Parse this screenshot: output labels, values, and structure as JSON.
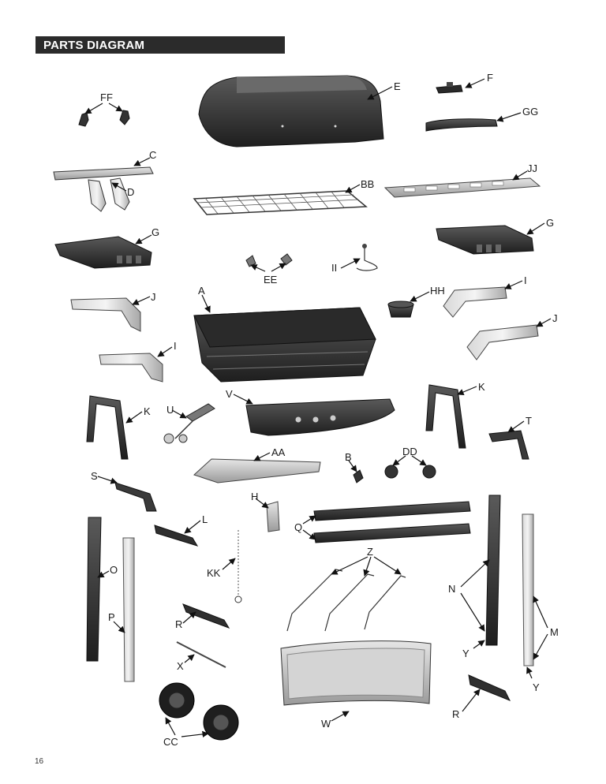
{
  "header": {
    "title": "PARTS DIAGRAM"
  },
  "page_number": "16",
  "labels": {
    "A": "A",
    "AA": "AA",
    "B": "B",
    "BB": "BB",
    "C": "C",
    "CC": "CC",
    "D": "D",
    "DD": "DD",
    "E": "E",
    "EE": "EE",
    "F": "F",
    "FF": "FF",
    "G": "G",
    "GG": "GG",
    "H": "H",
    "HH": "HH",
    "I": "I",
    "II": "II",
    "J": "J",
    "JJ": "JJ",
    "K": "K",
    "KK": "KK",
    "L": "L",
    "M": "M",
    "N": "N",
    "O": "O",
    "P": "P",
    "Q": "Q",
    "R": "R",
    "S": "S",
    "T": "T",
    "U": "U",
    "V": "V",
    "W": "W",
    "X": "X",
    "Y": "Y",
    "Z": "Z"
  }
}
